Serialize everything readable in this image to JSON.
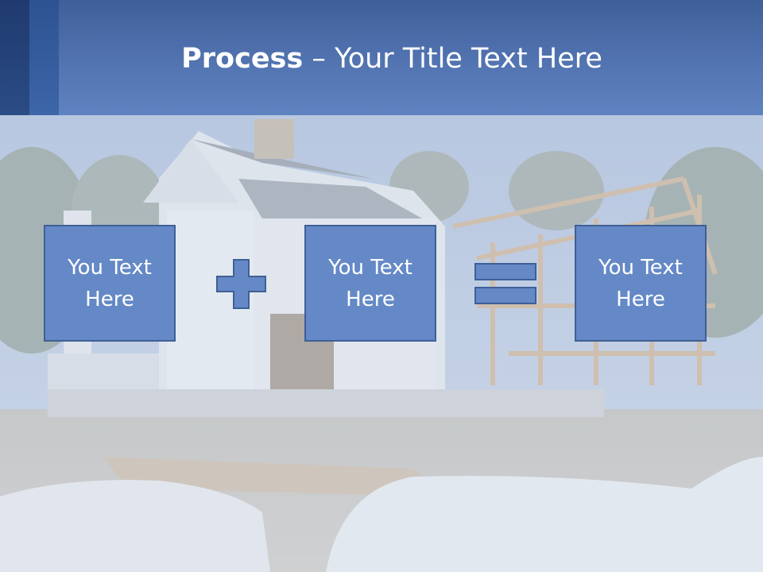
{
  "title": {
    "bold": "Process",
    "separator": " – ",
    "rest": "Your Title Text Here"
  },
  "steps": [
    {
      "label": "You Text Here"
    },
    {
      "label": "You Text Here"
    },
    {
      "label": "You Text Here"
    }
  ],
  "operators": [
    "plus-icon",
    "equals-icon"
  ],
  "colors": {
    "header": "#5274b1",
    "box_fill": "#6489c6",
    "box_border": "#3f5f96",
    "text": "#ffffff"
  }
}
